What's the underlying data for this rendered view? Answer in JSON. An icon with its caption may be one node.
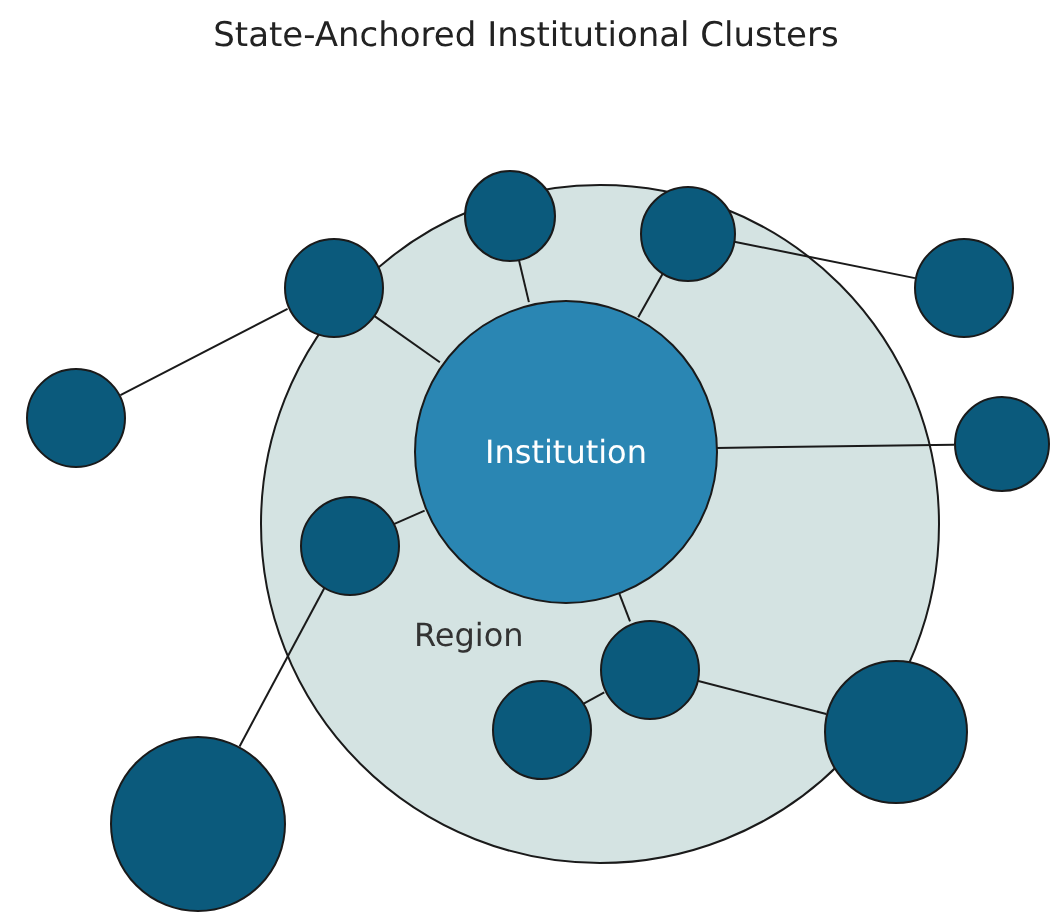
{
  "diagram": {
    "title": "State-Anchored Institutional Clusters",
    "nodes": [
      {
        "text": [
          "Region"
        ]
      },
      {
        "text": [
          "Institution"
        ],
        "in": 0
      },
      {
        "text": [],
        "shape": "circle",
        "in": 0
      },
      {
        "text": [],
        "shape": "circle",
        "in": 0
      },
      {
        "text": [],
        "shape": "circle",
        "in": 0
      },
      {
        "text": [],
        "shape": "circle"
      },
      {
        "text": [],
        "shape": "circle"
      },
      {
        "text": [],
        "shape": "circle"
      },
      {
        "text": [],
        "shape": "circle",
        "in": 0
      },
      {
        "text": [],
        "shape": "circle",
        "in": 0
      },
      {
        "text": [],
        "shape": "circle",
        "in": 0
      },
      {
        "text": [],
        "shape": "circle"
      },
      {
        "text": [],
        "shape": "circle"
      }
    ],
    "edges": [
      {
        "from": 2,
        "to": 1,
        "arrow": "none"
      },
      {
        "from": 3,
        "to": 1,
        "arrow": "none"
      },
      {
        "from": 4,
        "to": 1,
        "arrow": "none"
      },
      {
        "from": 4,
        "to": 6,
        "arrow": "none"
      },
      {
        "from": 3,
        "to": 5,
        "arrow": "none"
      },
      {
        "from": 1,
        "to": 7,
        "arrow": "none"
      },
      {
        "from": 8,
        "to": 1,
        "arrow": "none"
      },
      {
        "from": 8,
        "to": 12,
        "arrow": "none"
      },
      {
        "from": 1,
        "to": 9,
        "arrow": "none"
      },
      {
        "from": 9,
        "to": 10,
        "arrow": "none"
      },
      {
        "from": 9,
        "to": 11,
        "arrow": "none"
      }
    ]
  }
}
